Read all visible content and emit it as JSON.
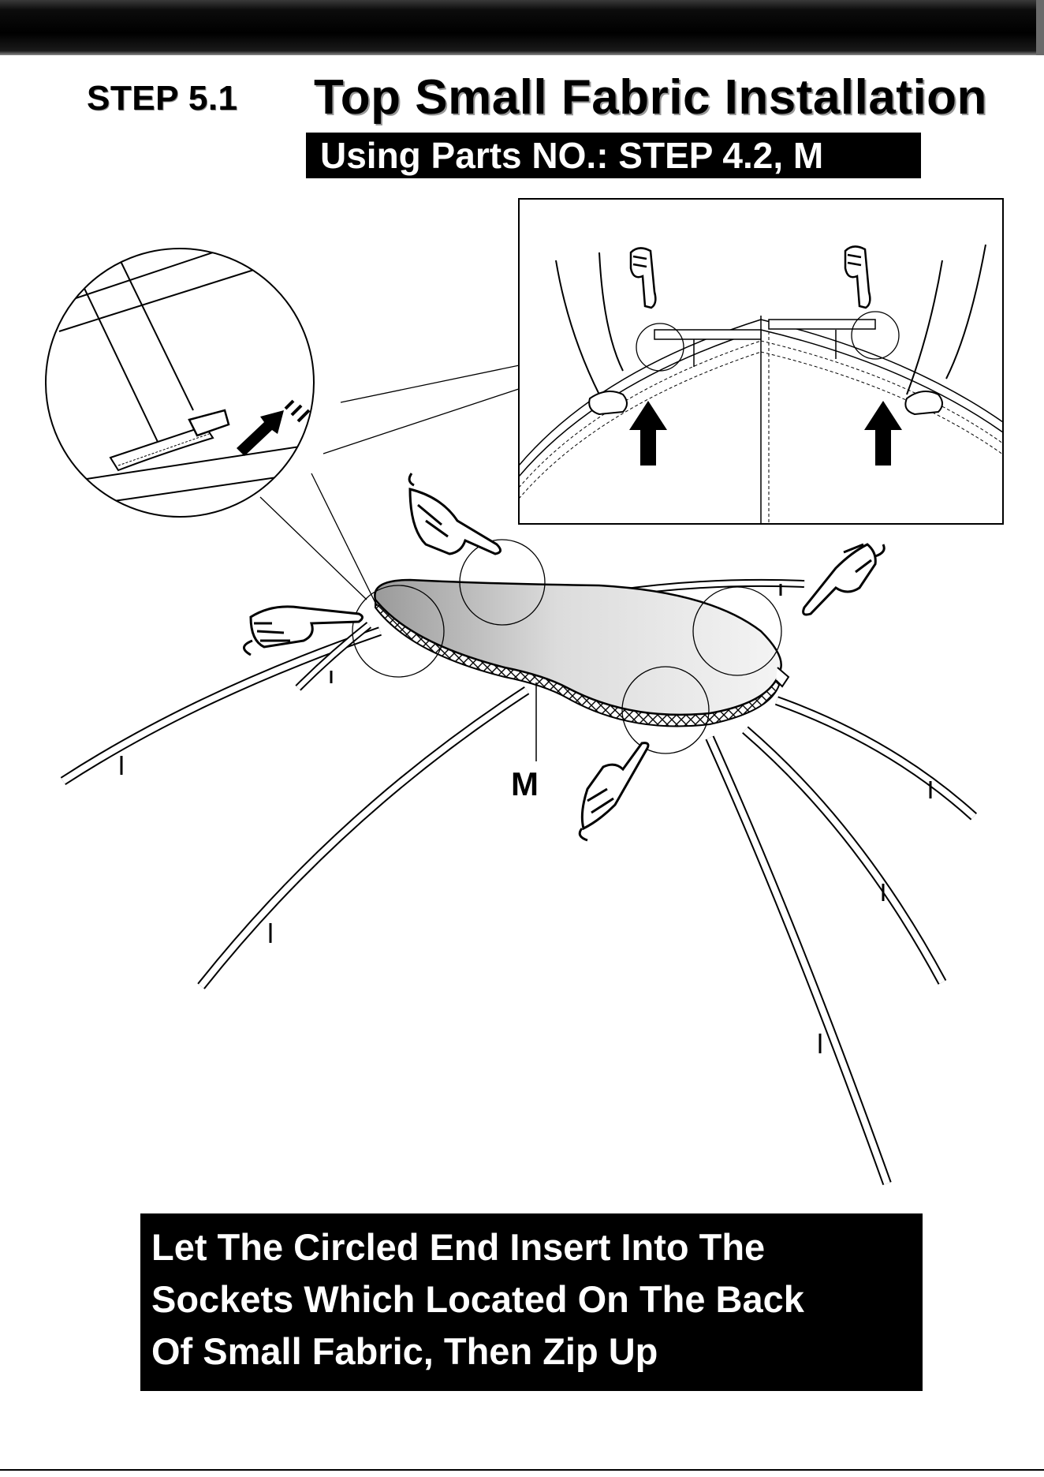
{
  "header": {
    "step_number": "STEP 5.1",
    "title": "Top Small Fabric Installation",
    "parts": "Using Parts NO.: STEP 4.2, M"
  },
  "illustration": {
    "part_label": "M",
    "icons": [
      "hand-pointing-icon",
      "zipper-pull-icon",
      "arrow-up-icon",
      "arrow-left-icon"
    ]
  },
  "instruction": {
    "lines": [
      "Let The Circled End Insert Into The",
      "Sockets Which Located On The Back",
      "Of Small Fabric, Then Zip Up"
    ]
  },
  "colors": {
    "ink": "#000000",
    "fabric": "#c8c8c8",
    "banner": "#000000",
    "banner_text": "#ffffff"
  }
}
